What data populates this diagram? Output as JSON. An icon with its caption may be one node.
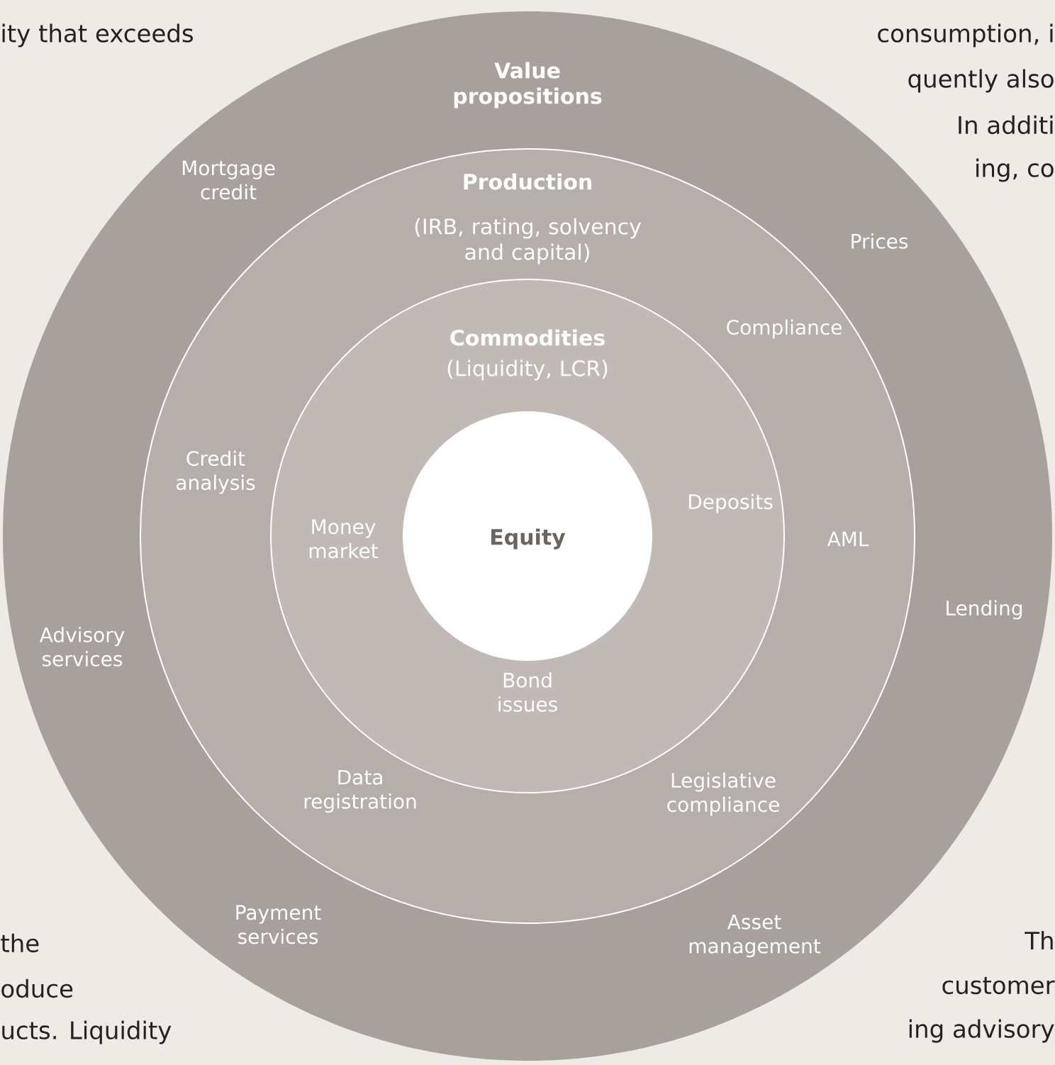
{
  "diagram": {
    "nodes": [
      {
        "text": [
          "Value propositions"
        ]
      },
      {
        "text": [
          "Production",
          "(IRB, rating, solvency and capital)"
        ],
        "in": 0
      },
      {
        "text": [
          "Commodities",
          "(Liquidity, LCR)"
        ],
        "in": 1
      },
      {
        "text": [
          "Equity"
        ],
        "in": 2
      }
    ],
    "labels": [
      "ity that exceeds",
      "consumption, i",
      "quently also",
      "In additi",
      "ing, co",
      "Mortgage credit",
      "Prices",
      "Compliance",
      "Credit analysis",
      "Deposits",
      "Money market",
      "AML",
      "Lending",
      "Advisory services",
      "Bond issues",
      "Data registration",
      "Legislative compliance",
      "Payment services",
      "Asset management",
      "the",
      "Th",
      "oduce",
      "customer",
      "ucts. Liquidity",
      "ing advisory"
    ]
  }
}
